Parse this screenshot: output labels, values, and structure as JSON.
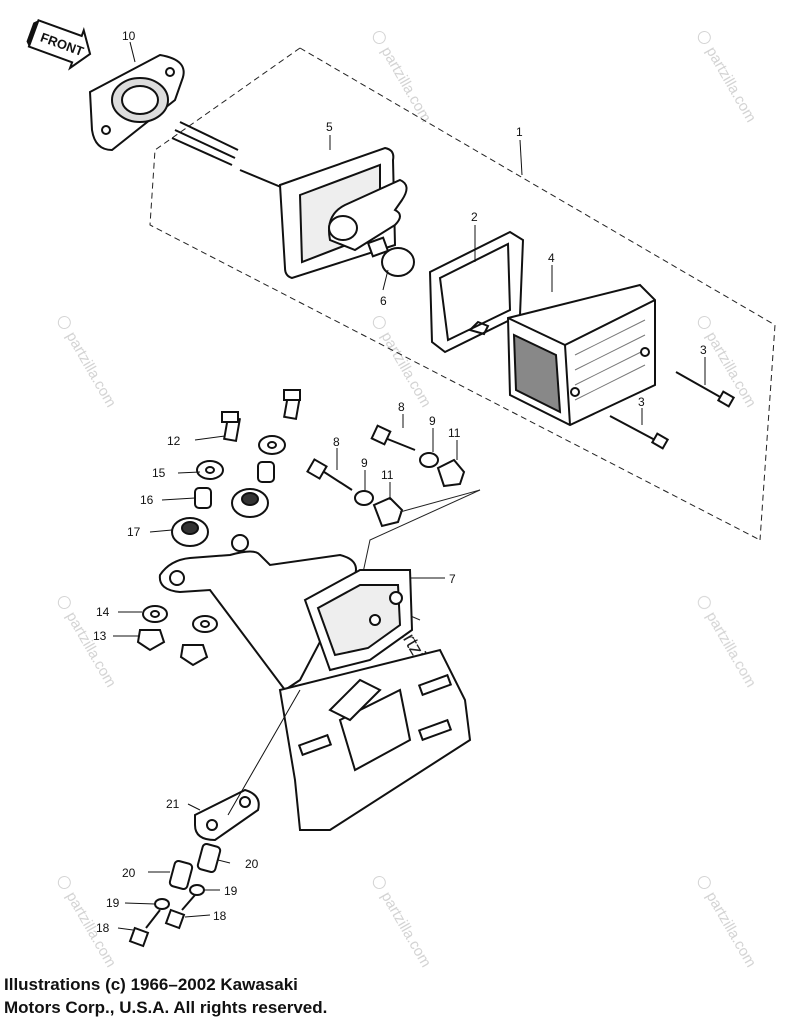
{
  "front_arrow": {
    "label": "FRONT"
  },
  "part_labels": {
    "p1": "1",
    "p2": "2",
    "p3a": "3",
    "p3b": "3",
    "p4": "4",
    "p5": "5",
    "p6": "6",
    "p7": "7",
    "p8a": "8",
    "p8b": "8",
    "p9a": "9",
    "p9b": "9",
    "p10": "10",
    "p11a": "11",
    "p11b": "11",
    "p12": "12",
    "p13": "13",
    "p14": "14",
    "p15": "15",
    "p16": "16",
    "p17": "17",
    "p18a": "18",
    "p18b": "18",
    "p19a": "19",
    "p19b": "19",
    "p20a": "20",
    "p20b": "20",
    "p21": "21"
  },
  "watermark": {
    "text": "partzilla.com"
  },
  "copyright": {
    "line1": "Illustrations (c) 1966–2002 Kawasaki",
    "line2": "Motors Corp., U.S.A.  All rights reserved."
  }
}
